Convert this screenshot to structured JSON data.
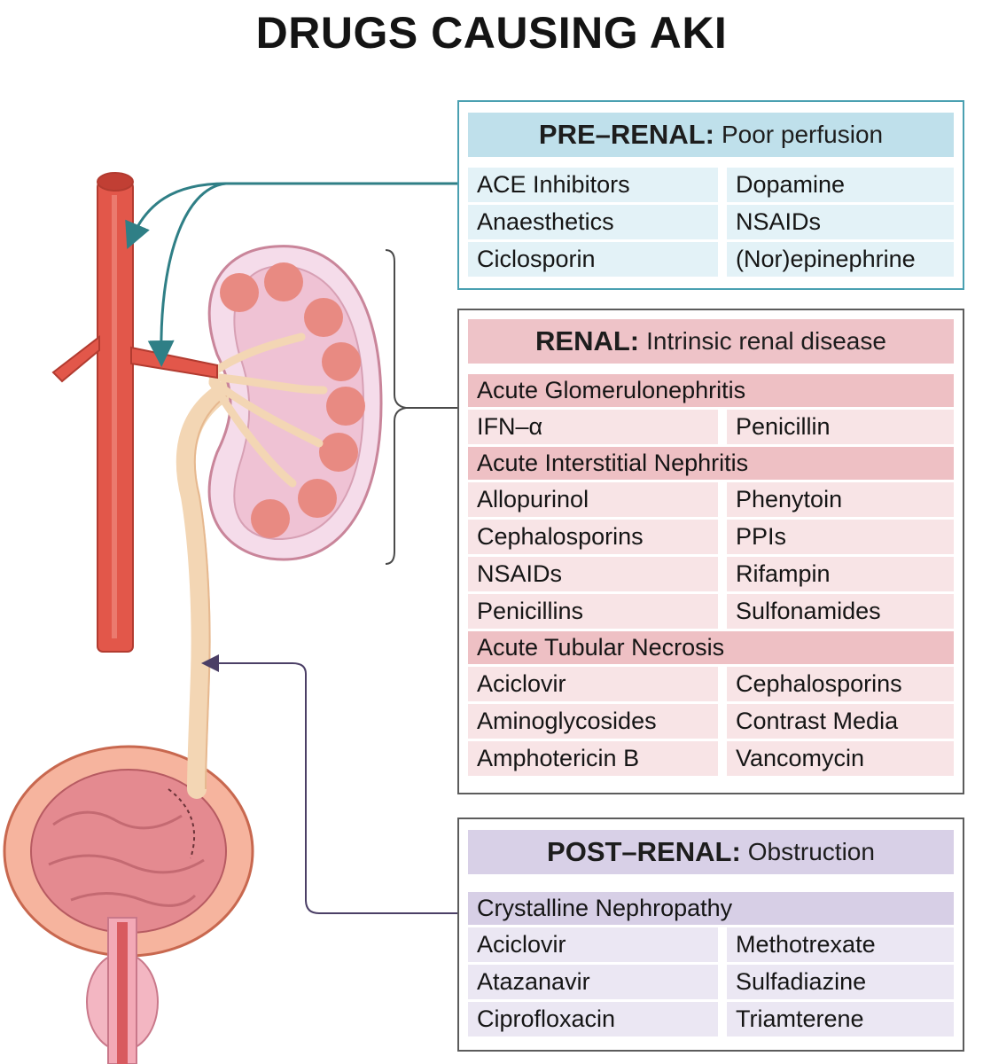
{
  "title": "DRUGS CAUSING AKI",
  "colors": {
    "prerenal_border": "#4aa0b1",
    "prerenal_header": "#bfe0eb",
    "renal_header": "#eec3c8",
    "postrenal_header": "#d8d0e7",
    "artery": "#e2574a",
    "connector_teal": "#2f7f86",
    "connector_purple": "#4b3f66"
  },
  "illustration_icons": [
    "artery-icon",
    "kidney-icon",
    "ureter-icon",
    "bladder-icon"
  ],
  "pre_renal": {
    "label": "PRE–RENAL:",
    "sublabel": "Poor perfusion",
    "rows": [
      [
        "ACE Inhibitors",
        "Dopamine"
      ],
      [
        "Anaesthetics",
        "NSAIDs"
      ],
      [
        "Ciclosporin",
        "(Nor)epinephrine"
      ]
    ]
  },
  "renal": {
    "label": "RENAL:",
    "sublabel": "Intrinsic renal disease",
    "groups": [
      {
        "name": "Acute Glomerulonephritis",
        "rows": [
          [
            "IFN–α",
            "Penicillin"
          ]
        ]
      },
      {
        "name": "Acute Interstitial Nephritis",
        "rows": [
          [
            "Allopurinol",
            "Phenytoin"
          ],
          [
            "Cephalosporins",
            "PPIs"
          ],
          [
            "NSAIDs",
            "Rifampin"
          ],
          [
            "Penicillins",
            "Sulfonamides"
          ]
        ]
      },
      {
        "name": "Acute Tubular Necrosis",
        "rows": [
          [
            "Aciclovir",
            "Cephalosporins"
          ],
          [
            "Aminoglycosides",
            "Contrast Media"
          ],
          [
            "Amphotericin B",
            "Vancomycin"
          ]
        ]
      }
    ]
  },
  "post_renal": {
    "label": "POST–RENAL:",
    "sublabel": "Obstruction",
    "groups": [
      {
        "name": "Crystalline Nephropathy",
        "rows": [
          [
            "Aciclovir",
            "Methotrexate"
          ],
          [
            "Atazanavir",
            "Sulfadiazine"
          ],
          [
            "Ciprofloxacin",
            "Triamterene"
          ]
        ]
      }
    ]
  }
}
